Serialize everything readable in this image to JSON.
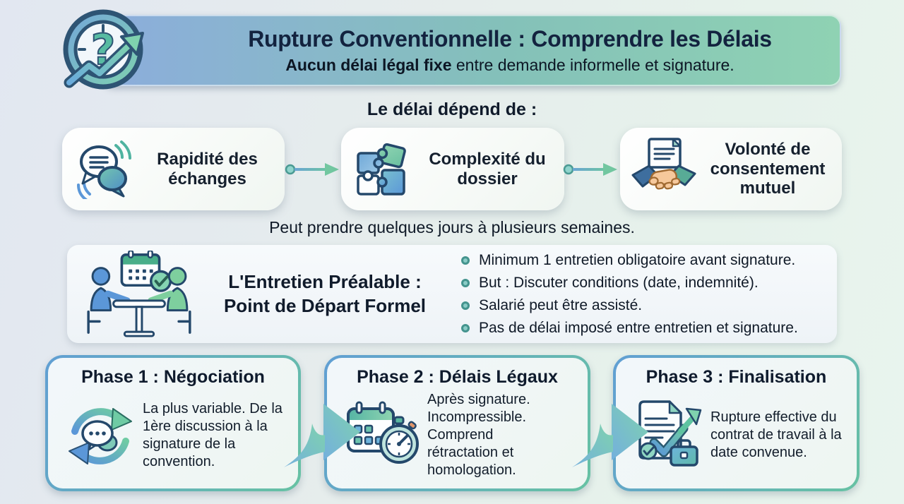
{
  "header": {
    "icon": "clock-question-trend-arrow-icon",
    "title": "Rupture Conventionnelle : Comprendre les Délais",
    "subtitle_bold": "Aucun délai légal fixe",
    "subtitle_rest": " entre demande informelle et signature."
  },
  "factors": {
    "heading": "Le délai dépend de :",
    "items": [
      {
        "label": "Rapidité des échanges",
        "icon": "chat-bubbles-icon"
      },
      {
        "label": "Complexité du dossier",
        "icon": "puzzle-pieces-icon"
      },
      {
        "label": "Volonté de consentement mutuel",
        "icon": "handshake-document-icon"
      }
    ],
    "note": "Peut prendre quelques jours à plusieurs semaines."
  },
  "entretien": {
    "icon": "meeting-table-calendar-icon",
    "title_line1": "L'Entretien Préalable :",
    "title_line2": "Point de Départ Formel",
    "bullets": [
      "Minimum 1 entretien obligatoire avant signature.",
      "But : Discuter conditions (date, indemnité).",
      "Salarié peut être assisté.",
      "Pas de délai imposé entre entretien et signature."
    ]
  },
  "phases": [
    {
      "title": "Phase 1 : Négociation",
      "icon": "cycle-chat-icon",
      "description": "La plus variable. De la 1ère discussion à la signature de la convention."
    },
    {
      "title": "Phase 2 : Délais Légaux",
      "icon": "calendar-stopwatch-icon",
      "description": "Après signature. Incompressible. Comprend rétractation et homologation."
    },
    {
      "title": "Phase 3 : Finalisation",
      "icon": "document-check-briefcase-icon",
      "description": "Rupture effective du contrat de travail à la date convenue."
    }
  ],
  "colors": {
    "banner_gradient_start": "#8caddc",
    "banner_gradient_end": "#8fd2b3",
    "accent_blue": "#5b97d8",
    "accent_teal": "#5ec3a0",
    "title_text": "#13233f",
    "body_text": "#0f1927",
    "card_background": "#f4f8f6",
    "bullet_dot": "#44948e"
  }
}
